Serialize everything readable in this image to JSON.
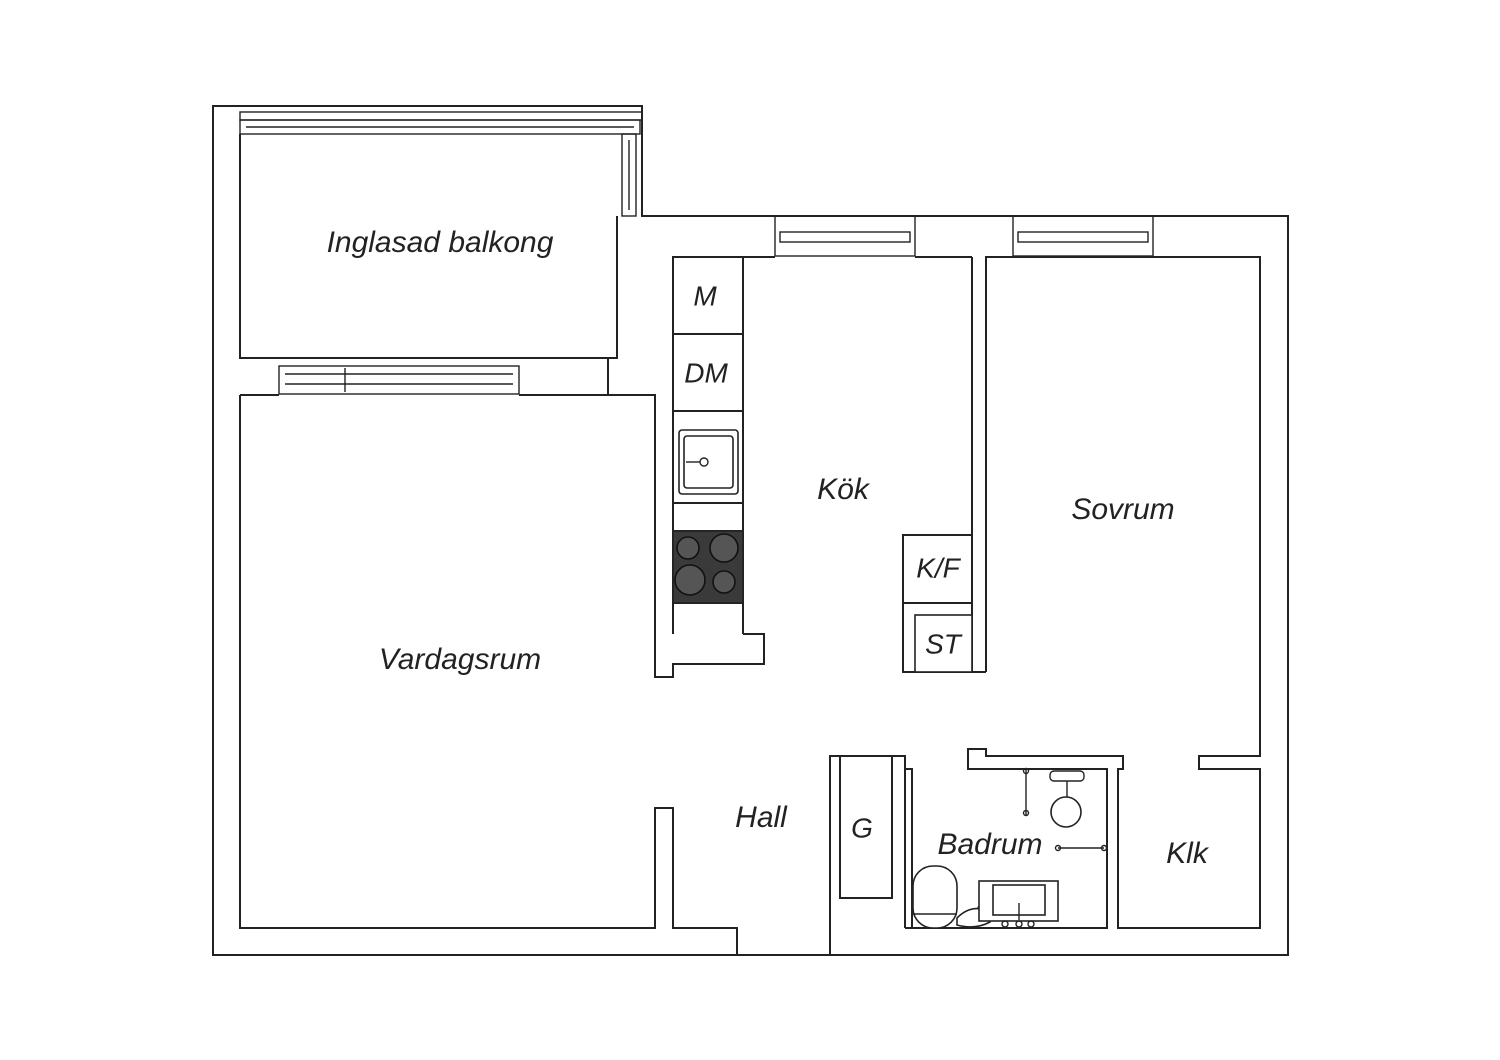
{
  "rooms": {
    "balcony": "Inglasad balkong",
    "living": "Vardagsrum",
    "kitchen": "Kök",
    "bedroom": "Sovrum",
    "hall": "Hall",
    "bathroom": "Badrum",
    "closet": "Klk"
  },
  "appliances": {
    "microwave": "M",
    "dishwasher": "DM",
    "fridge_freezer": "K/F",
    "wardrobe": "ST",
    "wardrobe_hall": "G"
  },
  "icons": {
    "sink": "sink-icon",
    "stove": "stove-icon",
    "toilet": "toilet-icon",
    "washbasin": "washbasin-icon",
    "shower": "shower-icon"
  },
  "colors": {
    "wall_outline": "#222222",
    "background": "#ffffff",
    "stove_top": "#3a3a3a"
  }
}
